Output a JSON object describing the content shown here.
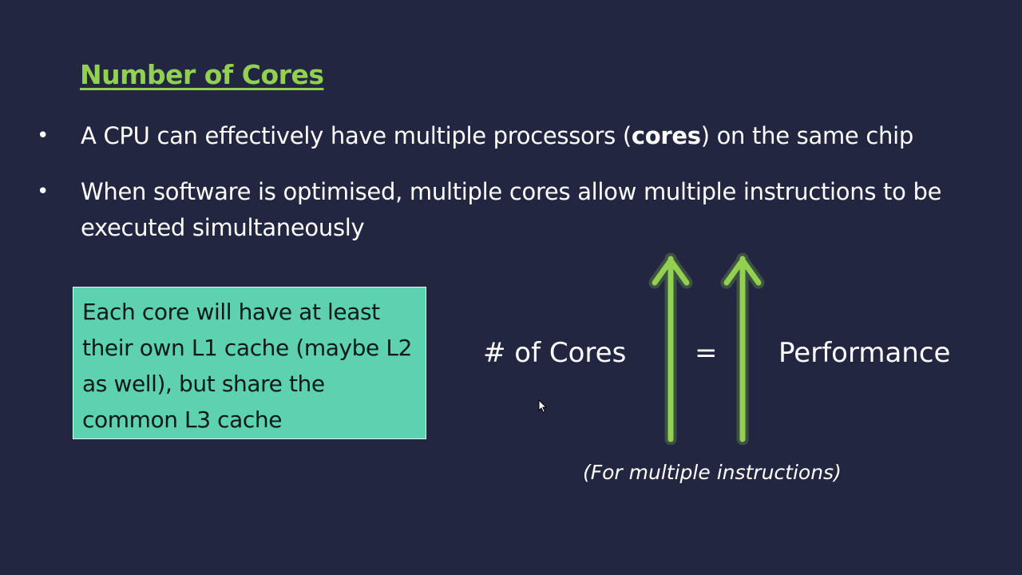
{
  "slide": {
    "title": "Number of Cores",
    "bullets": [
      {
        "symbol": "•",
        "before": "A CPU can effectively have multiple processors (",
        "bold": "cores",
        "after": ") on the same chip"
      },
      {
        "symbol": "•",
        "text": "When software is optimised, multiple cores allow multiple instructions to be executed simultaneously"
      }
    ],
    "box_text": "Each core will have at least their own L1 cache (maybe L2 as well), but share the common L3 cache",
    "equation": {
      "left": "# of Cores",
      "sign": "=",
      "right": "Performance"
    },
    "note": "(For multiple instructions)",
    "colors": {
      "background": "#222641",
      "title": "#92d050",
      "box": "#5ed1b0",
      "arrow": "#92d050"
    },
    "icons": [
      "up-arrow-icon",
      "up-arrow-icon",
      "mouse-cursor-icon"
    ]
  }
}
